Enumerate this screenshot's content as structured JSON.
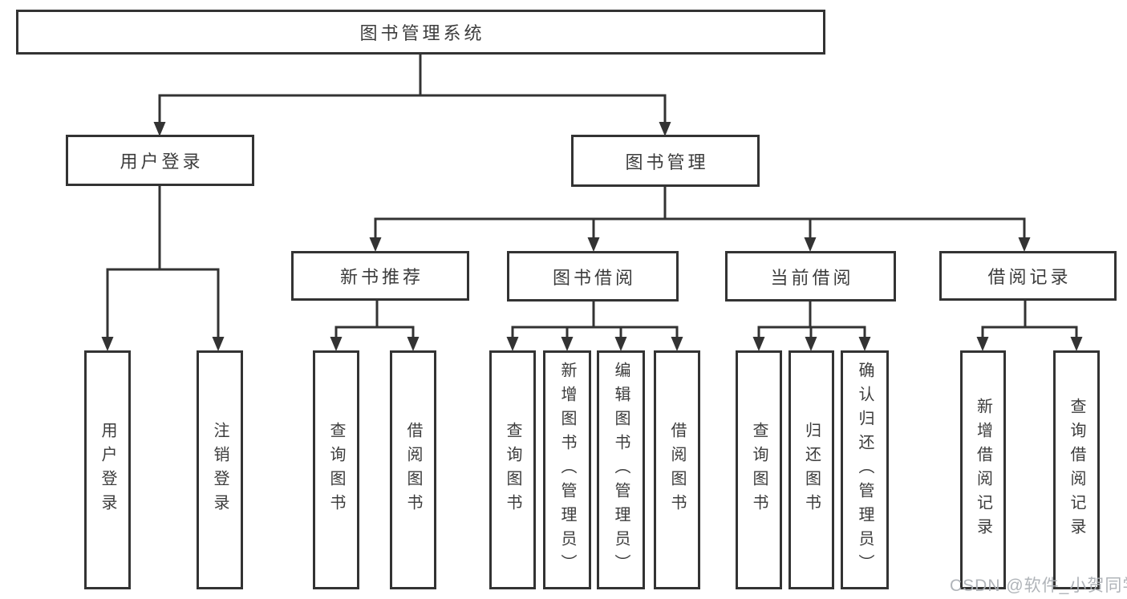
{
  "tree": {
    "label": "图书管理系统",
    "children": [
      {
        "label": "用户登录",
        "children": [
          {
            "label": "用户登录"
          },
          {
            "label": "注销登录"
          }
        ]
      },
      {
        "label": "图书管理",
        "children": [
          {
            "label": "新书推荐",
            "children": [
              {
                "label": "查询图书"
              },
              {
                "label": "借阅图书"
              }
            ]
          },
          {
            "label": "图书借阅",
            "children": [
              {
                "label": "查询图书"
              },
              {
                "label": "新增图书（管理员）"
              },
              {
                "label": "编辑图书（管理员）"
              },
              {
                "label": "借阅图书"
              }
            ]
          },
          {
            "label": "当前借阅",
            "children": [
              {
                "label": "查询图书"
              },
              {
                "label": "归还图书"
              },
              {
                "label": "确认归还（管理员）"
              }
            ]
          },
          {
            "label": "借阅记录",
            "children": [
              {
                "label": "新增借阅记录"
              },
              {
                "label": "查询借阅记录"
              }
            ]
          }
        ]
      }
    ]
  },
  "watermark": {
    "text": "CSDN @软件_小贺同学"
  },
  "colors": {
    "line": "#333333",
    "box_border": "#333333",
    "text": "#3c3c3c",
    "watermark": "#acb0b5",
    "background": "#ffffff"
  }
}
